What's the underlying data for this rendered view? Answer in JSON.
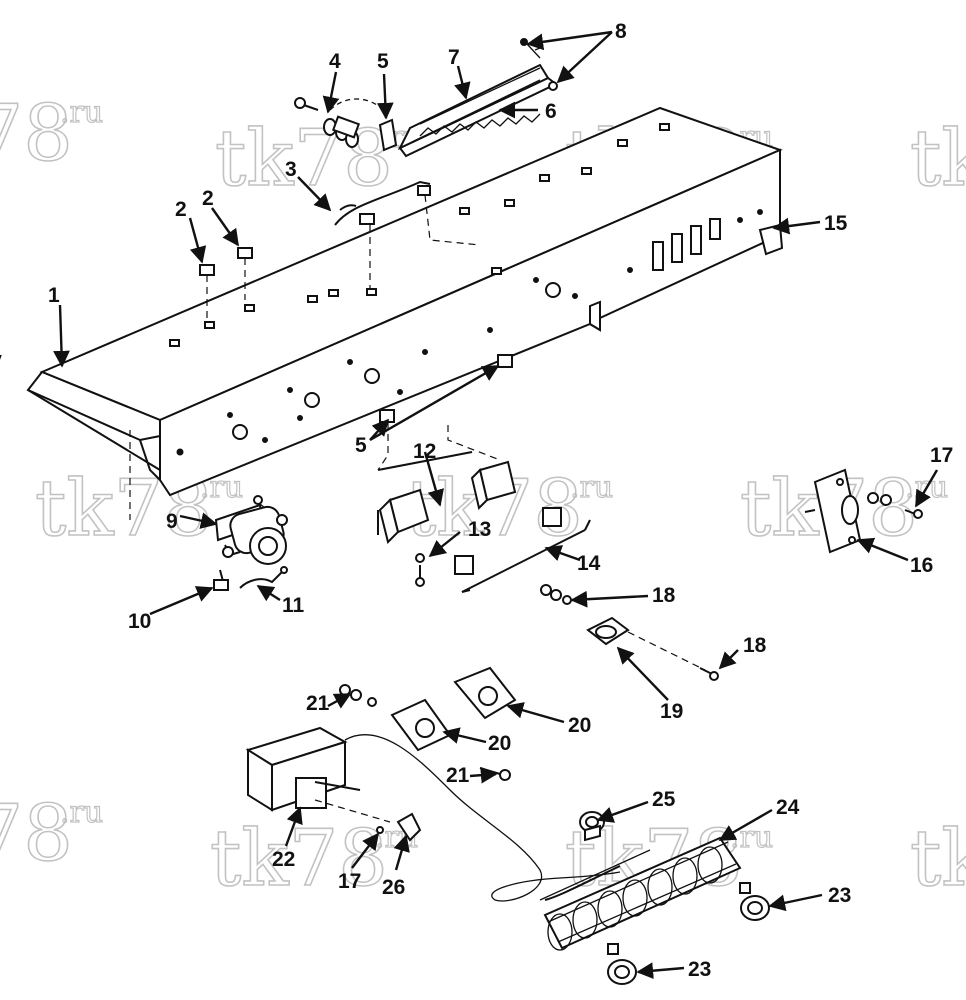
{
  "watermark": {
    "main": "tk78",
    "sup": ".ru"
  },
  "callouts": [
    "1",
    "2",
    "2",
    "3",
    "4",
    "5",
    "5",
    "6",
    "7",
    "8",
    "9",
    "10",
    "11",
    "12",
    "13",
    "14",
    "15",
    "16",
    "17",
    "17",
    "18",
    "18",
    "19",
    "20",
    "20",
    "21",
    "21",
    "22",
    "23",
    "23",
    "24",
    "25",
    "26"
  ]
}
